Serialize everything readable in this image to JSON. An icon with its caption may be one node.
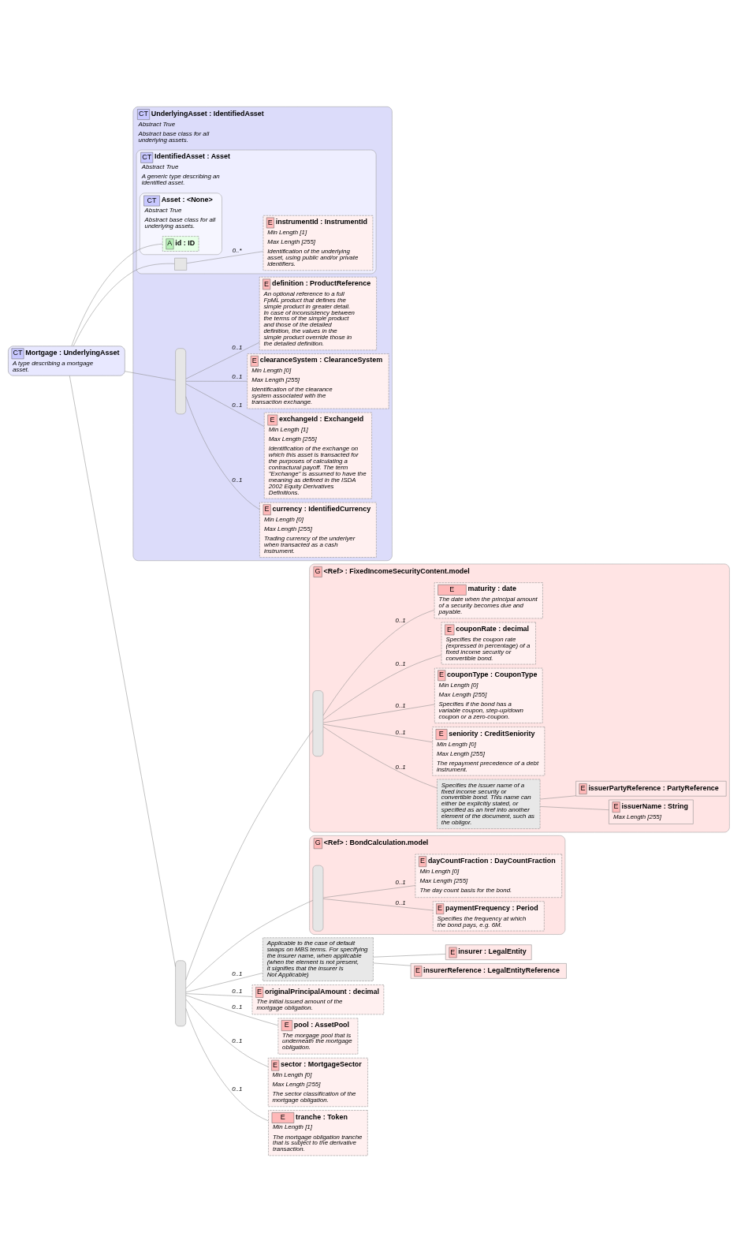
{
  "diagram": {
    "nodes": [
      {
        "text": [
          "CT",
          "Mortgage : UnderlyingAsset",
          "A type describing a mortgage asset."
        ]
      },
      {
        "text": [
          "CT",
          "UnderlyingAsset : IdentifiedAsset",
          "Abstract True",
          "Abstract base class for all underlying assets."
        ]
      },
      {
        "text": [
          "CT",
          "IdentifiedAsset : Asset",
          "Abstract True",
          "A generic type describing an identified asset."
        ],
        "in": 1
      },
      {
        "text": [
          "CT",
          "Asset : <None>",
          "Abstract True",
          "Abstract base class for all underlying assets."
        ],
        "in": 2
      },
      {
        "text": [
          "A",
          "id : ID"
        ],
        "in": 3
      },
      {
        "text": [],
        "shape": "box",
        "in": 2
      },
      {
        "text": [
          "E",
          "instrumentId : InstrumentId",
          "Min Length [1]",
          "Max Length [255]",
          "Identification of the underlying asset, using public and/or private identifiers."
        ],
        "in": 2
      },
      {
        "text": [],
        "shape": "bar",
        "in": 1
      },
      {
        "text": [
          "E",
          "currency : IdentifiedCurrency",
          "Min Length [0]",
          "Max Length [255]",
          "Trading currency of the underlyer when transacted as a cash instrument."
        ],
        "in": 1
      },
      {
        "text": [
          "E",
          "exchangeId : ExchangeId",
          "Min Length [1]",
          "Max Length [255]",
          "Identification of the exchange on which this asset is transacted for the purposes of calculating a contractural payoff. The term \"Exchange\" is assumed to have the meaning as defined in the ISDA 2002 Equity Derivatives Definitions."
        ],
        "in": 1
      },
      {
        "text": [
          "E",
          "clearanceSystem : ClearanceSystem",
          "Min Length [0]",
          "Max Length [255]",
          "Identification of the clearance system associated with the transaction exchange."
        ],
        "in": 1
      },
      {
        "text": [
          "E",
          "definition : ProductReference",
          "An optional reference to a full FpML product that defines the simple product in greater detail. In case of inconsistency between the terms of the simple product and those of the detailed definition, the values in the simple product override those in the detailed definition."
        ],
        "in": 1
      },
      {
        "text": [],
        "shape": "bar"
      },
      {
        "text": [
          "Applicable to the case of default swaps on MBS terms. For specifying the insurer name, when applicable (when the element is not present, it signifies that the insurer is Not Applicable)"
        ]
      },
      {
        "text": [
          "E",
          "insurer : LegalEntity"
        ]
      },
      {
        "text": [
          "E",
          "insurerReference : LegalEntityReference"
        ]
      },
      {
        "text": [
          "G",
          "<Ref> : FixedIncomeSecurityContent.model"
        ]
      },
      {
        "text": [],
        "shape": "bar",
        "in": 16
      },
      {
        "text": [
          "Specifies the issuer name of a fixed income security or convertible bond. This name can either be explicitly stated, or specified as an href into another element of the document, such as the obligor."
        ],
        "in": 16
      },
      {
        "text": [
          "E",
          "issuerName : String",
          "Max Length [255]"
        ],
        "in": 16
      },
      {
        "text": [
          "E",
          "issuerPartyReference : PartyReference"
        ],
        "in": 16
      },
      {
        "text": [
          "E",
          "seniority : CreditSeniority",
          "Min Length [0]",
          "Max Length [255]",
          "The repayment precedence of a debt instrument."
        ],
        "in": 16
      },
      {
        "text": [
          "E",
          "couponType : CouponType",
          "Min Length [0]",
          "Max Length [255]",
          "Specifies if the bond has a variable coupon, step-up/down coupon or a zero-coupon."
        ],
        "in": 16
      },
      {
        "text": [
          "E",
          "couponRate : decimal",
          "Specifies the coupon rate (expressed in percentage) of a fixed income security or convertible bond."
        ],
        "in": 16
      },
      {
        "text": [
          "E",
          "maturity : date",
          "The date when the principal amount of a security becomes due and payable."
        ],
        "in": 16
      },
      {
        "text": [
          "G",
          "<Ref> : BondCalculation.model"
        ]
      },
      {
        "text": [],
        "shape": "bar",
        "in": 25
      },
      {
        "text": [
          "E",
          "paymentFrequency : Period",
          "Specifies the frequency at which the bond pays, e.g. 6M."
        ],
        "in": 25
      },
      {
        "text": [
          "E",
          "dayCountFraction : DayCountFraction",
          "Min Length [0]",
          "Max Length [255]",
          "The day count basis for the bond."
        ],
        "in": 25
      },
      {
        "text": [
          "E",
          "originalPrincipalAmount : decimal",
          "The initial issued amount of the mortgage obligation."
        ]
      },
      {
        "text": [
          "E",
          "pool : AssetPool",
          "The morgage pool that is underneath the mortgage obligation."
        ]
      },
      {
        "text": [
          "E",
          "sector : MortgageSector",
          "Min Length [0]",
          "Max Length [255]",
          "The sector classification of the mortgage obligation."
        ]
      },
      {
        "text": [
          "E",
          "tranche : Token",
          "Min Length [1]",
          "The mortgage obligation tranche that is subject to the derivative transaction."
        ]
      }
    ],
    "edges": [
      {
        "from": 0,
        "to": 4,
        "arrow": "none"
      },
      {
        "from": 0,
        "to": 5,
        "arrow": "none"
      },
      {
        "from": 5,
        "to": 6,
        "arrow": "none",
        "label": "0..*"
      },
      {
        "from": 0,
        "to": 7,
        "arrow": "none"
      },
      {
        "from": 7,
        "to": 8,
        "arrow": "none",
        "label": "0..1"
      },
      {
        "from": 7,
        "to": 9,
        "arrow": "none",
        "label": "0..1"
      },
      {
        "from": 7,
        "to": 10,
        "arrow": "none",
        "label": "0..1"
      },
      {
        "from": 7,
        "to": 11,
        "arrow": "none",
        "label": "0..1"
      },
      {
        "from": 0,
        "to": 12,
        "arrow": "none"
      },
      {
        "from": 12,
        "to": 13,
        "arrow": "none",
        "label": "0..1"
      },
      {
        "from": 13,
        "to": 14,
        "arrow": "none"
      },
      {
        "from": 13,
        "to": 15,
        "arrow": "none"
      },
      {
        "from": 12,
        "to": 17,
        "arrow": "none"
      },
      {
        "from": 17,
        "to": 18,
        "arrow": "none",
        "label": "0..1"
      },
      {
        "from": 18,
        "to": 19,
        "arrow": "none"
      },
      {
        "from": 18,
        "to": 20,
        "arrow": "none"
      },
      {
        "from": 17,
        "to": 21,
        "arrow": "none",
        "label": "0..1"
      },
      {
        "from": 17,
        "to": 22,
        "arrow": "none",
        "label": "0..1"
      },
      {
        "from": 17,
        "to": 23,
        "arrow": "none",
        "label": "0..1"
      },
      {
        "from": 17,
        "to": 24,
        "arrow": "none",
        "label": "0..1"
      },
      {
        "from": 12,
        "to": 26,
        "arrow": "none"
      },
      {
        "from": 26,
        "to": 27,
        "arrow": "none",
        "label": "0..1"
      },
      {
        "from": 26,
        "to": 28,
        "arrow": "none",
        "label": "0..1"
      },
      {
        "from": 12,
        "to": 29,
        "arrow": "none",
        "label": "0..1"
      },
      {
        "from": 12,
        "to": 30,
        "arrow": "none",
        "label": "0..1"
      },
      {
        "from": 12,
        "to": 31,
        "arrow": "none",
        "label": "0..1"
      },
      {
        "from": 12,
        "to": 32,
        "arrow": "none",
        "label": "0..1"
      }
    ]
  }
}
